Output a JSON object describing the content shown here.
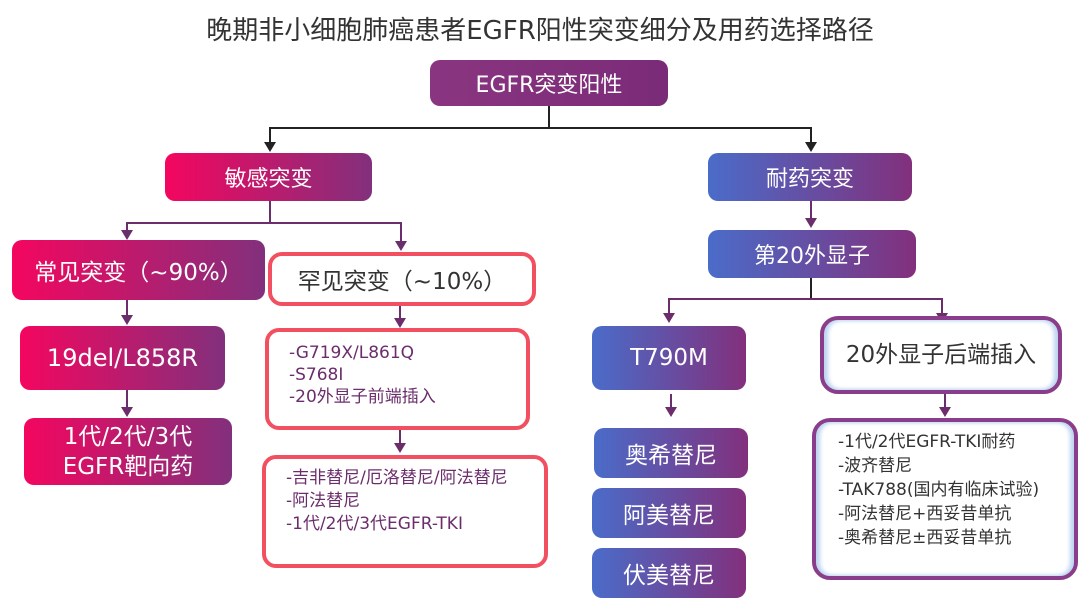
{
  "title": "晚期非小细胞肺癌患者EGFR阳性突变细分及用药选择路径",
  "root": "EGFR突变阳性",
  "sensitive": {
    "label": "敏感突变",
    "common": {
      "label": "常见突变（~90%）",
      "mutation": "19del/L858R",
      "treatment": [
        "1代/2代/3代",
        "EGFR靶向药"
      ]
    },
    "rare": {
      "label": "罕见突变（~10%）",
      "mutations": [
        "-G719X/L861Q",
        "-S768I",
        "-20外显子前端插入"
      ],
      "treatments": [
        "-吉非替尼/厄洛替尼/阿法替尼",
        "-阿法替尼",
        "-1代/2代/3代EGFR-TKI"
      ]
    }
  },
  "resistant": {
    "label": "耐药突变",
    "exon20": "第20外显子",
    "t790m": {
      "label": "T790M",
      "drugs": [
        "奥希替尼",
        "阿美替尼",
        "伏美替尼"
      ]
    },
    "insertion": {
      "label": "20外显子后端插入",
      "treatments": [
        "-1代/2代EGFR-TKI耐药",
        "-波齐替尼",
        "-TAK788(国内有临床试验)",
        "-阿法替尼+西妥昔单抗",
        "-奥希替尼±西妥昔单抗"
      ]
    }
  }
}
